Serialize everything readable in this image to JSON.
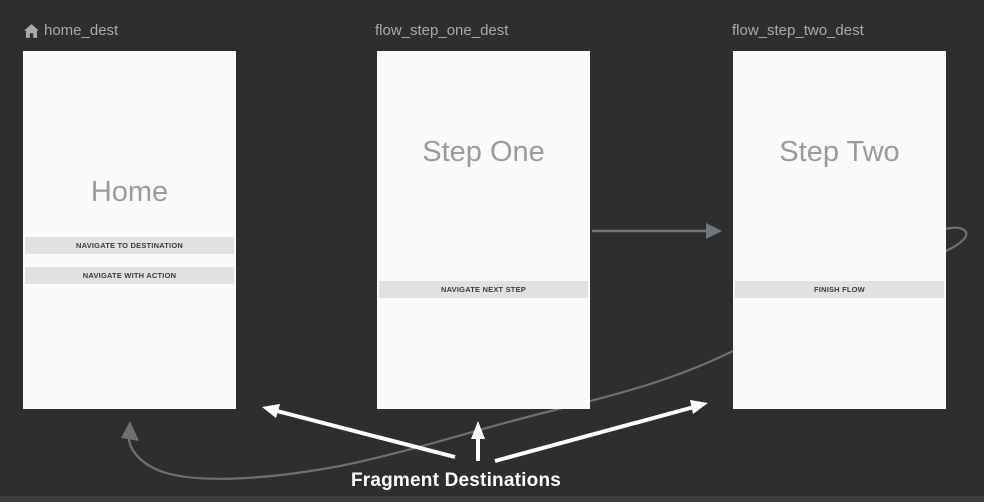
{
  "editor": {
    "caption": "Fragment Destinations",
    "destinations": [
      {
        "name": "home_dest",
        "is_start_destination": true,
        "title": "Home",
        "buttons": [
          "NAVIGATE TO DESTINATION",
          "NAVIGATE WITH ACTION"
        ]
      },
      {
        "name": "flow_step_one_dest",
        "is_start_destination": false,
        "title": "Step One",
        "buttons": [
          "NAVIGATE NEXT STEP"
        ]
      },
      {
        "name": "flow_step_two_dest",
        "is_start_destination": false,
        "title": "Step Two",
        "buttons": [
          "FINISH FLOW"
        ]
      }
    ],
    "icons": {
      "home": "home-icon"
    },
    "colors": {
      "background": "#2c2e30",
      "card": "#fafafa",
      "label_text": "#a8abad",
      "title_text": "#9b9b9b",
      "button_bg": "#e1e1e1",
      "button_text": "#3b3b3b",
      "action_arrow": "#6e7174",
      "annotation_arrow": "#ffffff",
      "caption_text": "#ffffff",
      "bottom_strip": "#3a3b3d"
    }
  }
}
